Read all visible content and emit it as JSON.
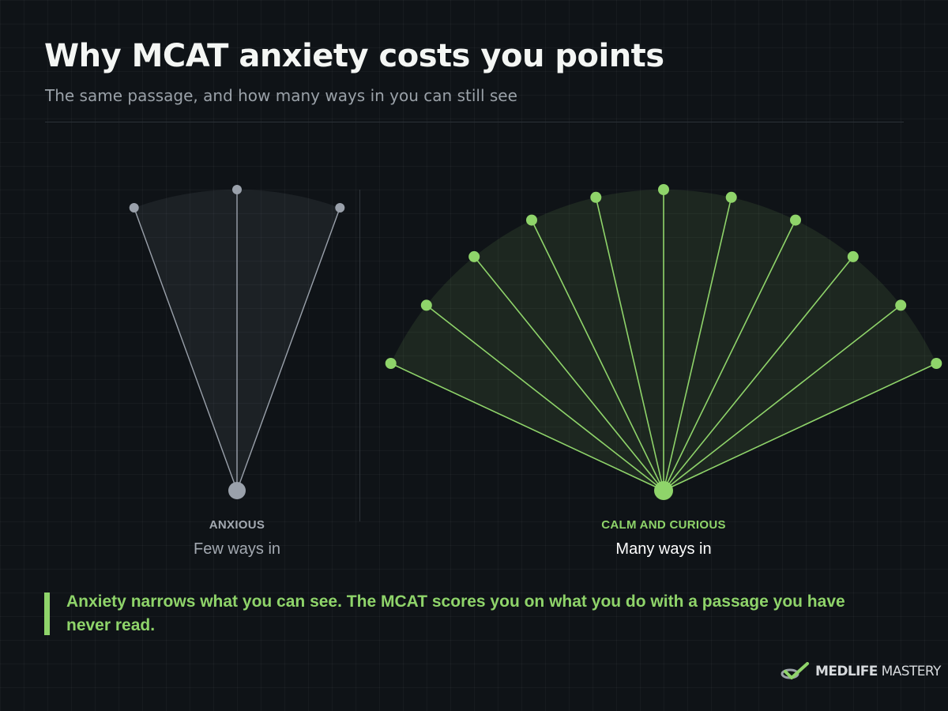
{
  "header": {
    "title": "Why MCAT anxiety costs you points",
    "subtitle": "The same passage, and how many ways in you can still see"
  },
  "panels": [
    {
      "label": "ANXIOUS",
      "caption": "Few ways in",
      "ways_in": 3,
      "spread_degrees": 40,
      "color": "#9aa1ab",
      "label_color": "#a3a9b1",
      "caption_color": "#a3a9b1"
    },
    {
      "label": "CALM AND CURIOUS",
      "caption": "Many ways in",
      "ways_in": 11,
      "spread_degrees": 130,
      "color": "#8fd46a",
      "label_color": "#8fd46a",
      "caption_color": "#ffffff"
    }
  ],
  "callout": {
    "text": "Anxiety narrows what you can see. The MCAT scores you on what you do with a passage you have never read.",
    "color": "#8fd46a"
  },
  "brand": {
    "name_bold": "MEDLIFE",
    "name_light": "MASTERY",
    "logo_icon": "check-mark-logo-icon"
  }
}
